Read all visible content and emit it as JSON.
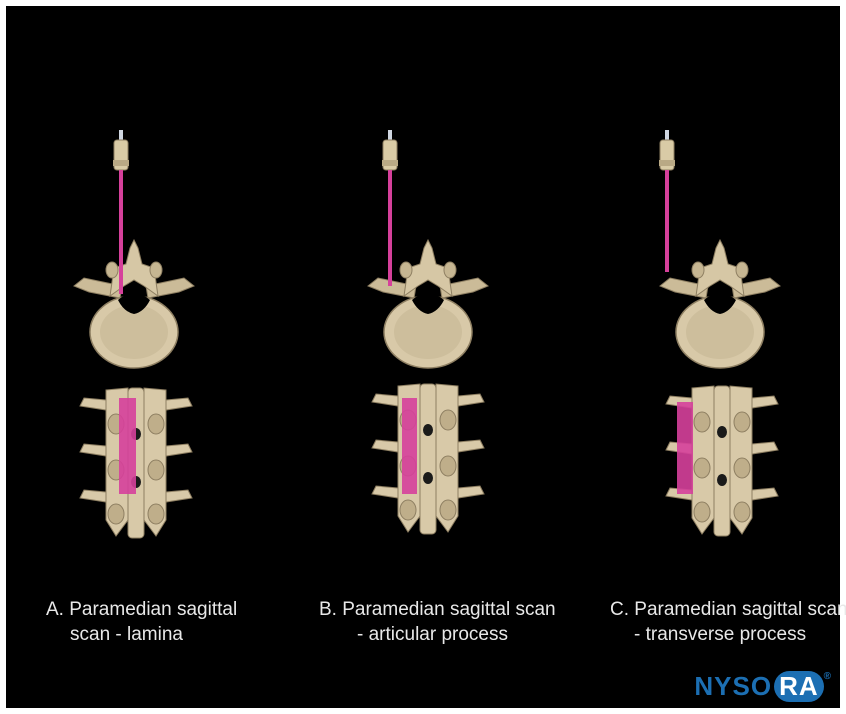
{
  "panels": [
    {
      "caption_line1": "A. Paramedian sagittal",
      "caption_line2": "scan - lamina",
      "highlight": "lamina"
    },
    {
      "caption_line1": "B. Paramedian sagittal scan",
      "caption_line2": "- articular process",
      "highlight": "articular-process"
    },
    {
      "caption_line1": "C. Paramedian sagittal scan",
      "caption_line2": "- transverse process",
      "highlight": "transverse-process"
    }
  ],
  "logo": {
    "prefix": "NYSO",
    "circle": "RA",
    "mark": "®"
  },
  "colors": {
    "background": "#000000",
    "bone": "#d8c9a8",
    "probe_line": "#d6409b",
    "logo": "#1c6fb3"
  }
}
